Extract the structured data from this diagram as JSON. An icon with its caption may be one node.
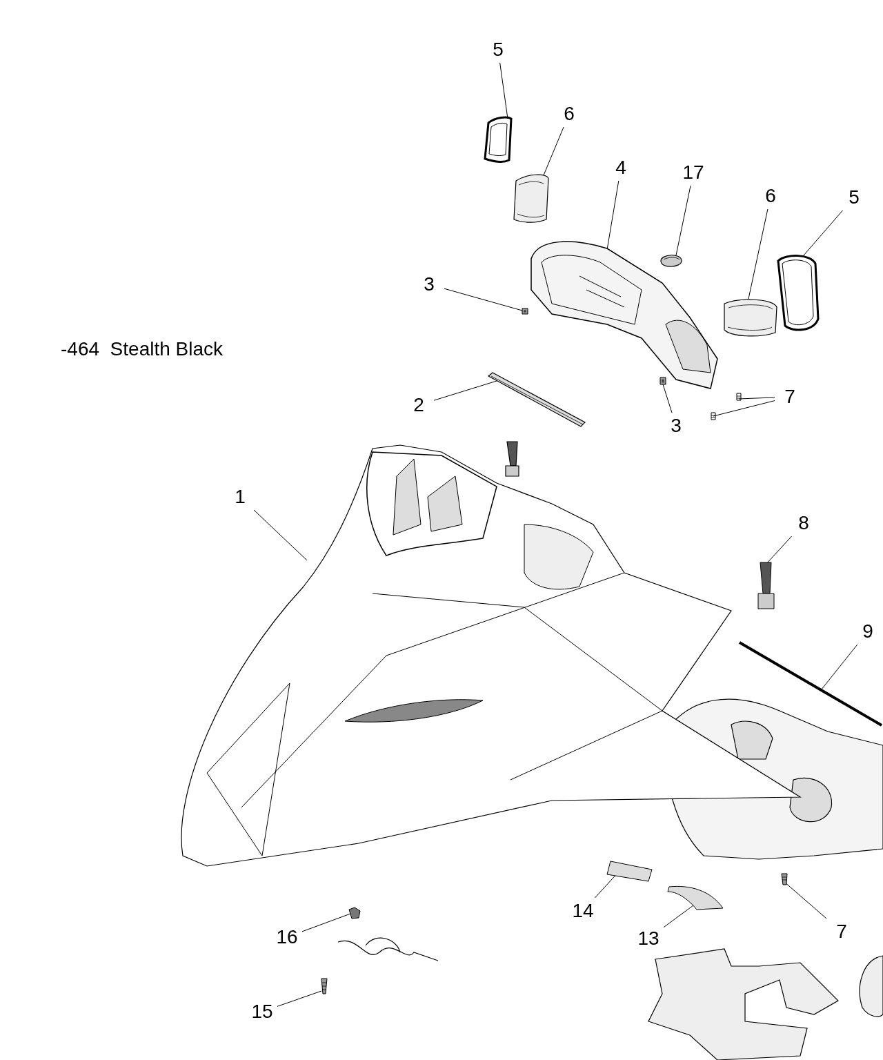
{
  "diagram": {
    "nodes": [
      {
        "text": [
          "5"
        ]
      },
      {
        "text": [],
        "shape": "picture"
      },
      {
        "text": [
          "6"
        ]
      },
      {
        "text": [],
        "shape": "picture"
      },
      {
        "text": [
          "4"
        ]
      },
      {
        "text": [],
        "shape": "picture"
      },
      {
        "text": [
          "17"
        ]
      },
      {
        "text": [],
        "shape": "picture"
      },
      {
        "text": [
          "6"
        ]
      },
      {
        "text": [],
        "shape": "picture"
      },
      {
        "text": [
          "5"
        ]
      },
      {
        "text": [],
        "shape": "picture"
      },
      {
        "text": [
          "3"
        ]
      },
      {
        "text": [],
        "shape": "picture"
      },
      {
        "text": [
          "3"
        ]
      },
      {
        "text": [],
        "shape": "picture"
      },
      {
        "text": [
          "7"
        ]
      },
      {
        "text": [],
        "shape": "picture"
      },
      {
        "text": [],
        "shape": "picture"
      },
      {
        "text": [
          "2"
        ]
      },
      {
        "text": [],
        "shape": "picture"
      },
      {
        "text": [
          "1"
        ]
      },
      {
        "text": [],
        "shape": "picture"
      },
      {
        "text": [
          "8"
        ]
      },
      {
        "text": [],
        "shape": "picture"
      },
      {
        "text": [
          "9"
        ]
      },
      {
        "text": [],
        "shape": "picture"
      },
      {
        "text": [
          "14"
        ]
      },
      {
        "text": [],
        "shape": "picture"
      },
      {
        "text": [
          "13"
        ]
      },
      {
        "text": [],
        "shape": "picture"
      },
      {
        "text": [
          "7"
        ]
      },
      {
        "text": [],
        "shape": "picture"
      },
      {
        "text": [
          "16"
        ]
      },
      {
        "text": [],
        "shape": "picture"
      },
      {
        "text": [
          "15"
        ]
      },
      {
        "text": [],
        "shape": "picture"
      }
    ],
    "edges": [
      {
        "from": 0,
        "to": 1,
        "arrow": "none"
      },
      {
        "from": 2,
        "to": 3,
        "arrow": "none"
      },
      {
        "from": 4,
        "to": 5,
        "arrow": "none"
      },
      {
        "from": 6,
        "to": 7,
        "arrow": "none"
      },
      {
        "from": 8,
        "to": 9,
        "arrow": "none"
      },
      {
        "from": 10,
        "to": 11,
        "arrow": "none"
      },
      {
        "from": 12,
        "to": 13,
        "arrow": "none"
      },
      {
        "from": 14,
        "to": 15,
        "arrow": "none"
      },
      {
        "from": 16,
        "to": 17,
        "arrow": "none"
      },
      {
        "from": 16,
        "to": 18,
        "arrow": "none"
      },
      {
        "from": 19,
        "to": 20,
        "arrow": "none"
      },
      {
        "from": 21,
        "to": 22,
        "arrow": "none"
      },
      {
        "from": 23,
        "to": 24,
        "arrow": "none"
      },
      {
        "from": 25,
        "to": 26,
        "arrow": "none"
      },
      {
        "from": 27,
        "to": 28,
        "arrow": "none"
      },
      {
        "from": 29,
        "to": 30,
        "arrow": "none"
      },
      {
        "from": 31,
        "to": 32,
        "arrow": "none"
      },
      {
        "from": 33,
        "to": 34,
        "arrow": "none"
      },
      {
        "from": 35,
        "to": 36,
        "arrow": "none"
      }
    ],
    "labels": [
      "-464  Stealth Black"
    ]
  }
}
